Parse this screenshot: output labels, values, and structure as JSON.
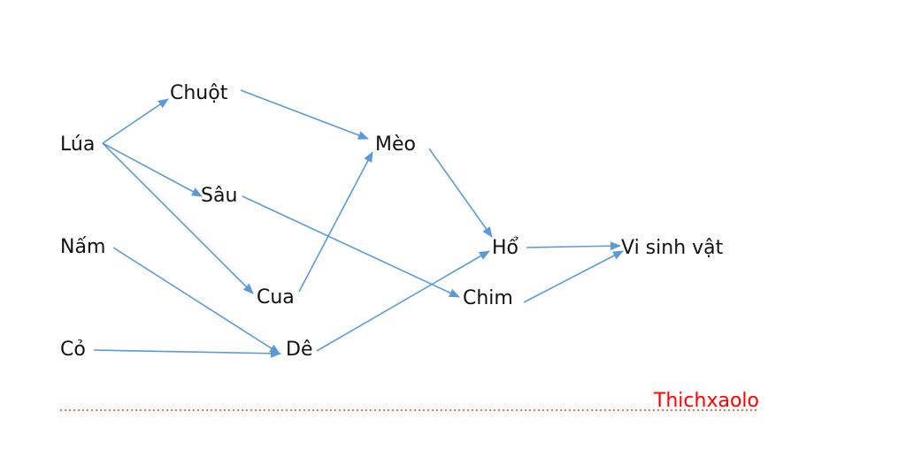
{
  "nodes": [
    {
      "id": "lua",
      "label": "Lúa"
    },
    {
      "id": "chuot",
      "label": "Chuột"
    },
    {
      "id": "meo",
      "label": "Mèo"
    },
    {
      "id": "sau",
      "label": "Sâu"
    },
    {
      "id": "nam",
      "label": "Nấm"
    },
    {
      "id": "cua",
      "label": "Cua"
    },
    {
      "id": "co",
      "label": "Cỏ"
    },
    {
      "id": "de",
      "label": "Dê"
    },
    {
      "id": "ho",
      "label": "Hổ"
    },
    {
      "id": "chim",
      "label": "Chim"
    },
    {
      "id": "vsv",
      "label": "Vi sinh vật"
    }
  ],
  "edges": [
    {
      "from": "lua",
      "to": "chuot"
    },
    {
      "from": "lua",
      "to": "sau"
    },
    {
      "from": "lua",
      "to": "cua"
    },
    {
      "from": "chuot",
      "to": "meo"
    },
    {
      "from": "cua",
      "to": "meo"
    },
    {
      "from": "sau",
      "to": "chim"
    },
    {
      "from": "meo",
      "to": "ho"
    },
    {
      "from": "nam",
      "to": "de"
    },
    {
      "from": "co",
      "to": "de"
    },
    {
      "from": "de",
      "to": "ho"
    },
    {
      "from": "ho",
      "to": "vsv"
    },
    {
      "from": "chim",
      "to": "vsv"
    }
  ],
  "watermark": {
    "text": "Thichxaolo"
  },
  "colors": {
    "edge": "#5b9bd5",
    "label": "#111111",
    "watermark": "#ff0000"
  }
}
